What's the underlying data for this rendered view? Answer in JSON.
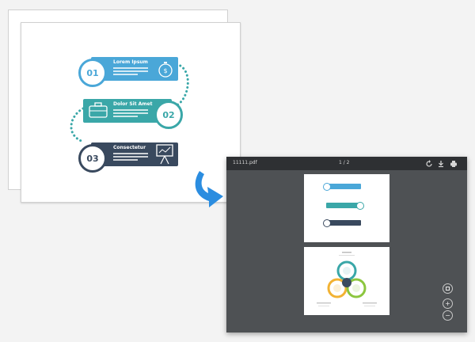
{
  "document": {
    "steps": [
      {
        "number": "01",
        "title": "Lorem Ipsum",
        "icon": "stopwatch-dollar-icon",
        "color": "#4aa7d8"
      },
      {
        "number": "02",
        "title": "Dolor Sit Amet",
        "icon": "briefcase-icon",
        "color": "#3aa7a8"
      },
      {
        "number": "03",
        "title": "Consectetur",
        "icon": "presentation-board-icon",
        "color": "#39495e"
      }
    ]
  },
  "viewer": {
    "file_name": "11111.pdf",
    "page_indicator": "1 / 2",
    "toolbar_icons": [
      "rotate-icon",
      "download-icon",
      "print-icon"
    ],
    "zoom_controls": [
      "fit-icon",
      "zoom-in-icon",
      "zoom-out-icon"
    ],
    "zoom_in_label": "+",
    "zoom_out_label": "−"
  },
  "colors": {
    "arrow": "#2b8de0",
    "viewer_bg": "#4e5154",
    "viewer_bar": "#2e3033"
  }
}
